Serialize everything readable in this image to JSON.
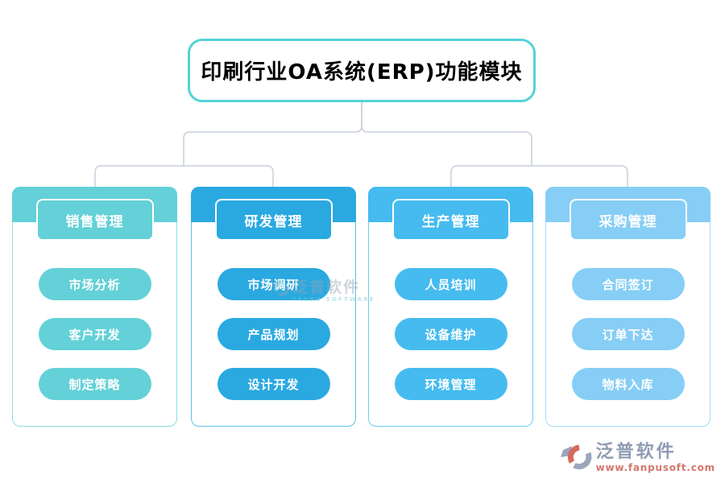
{
  "title": "印刷行业OA系统(ERP)功能模块",
  "columns": [
    {
      "id": "sales",
      "header": "销售管理",
      "items": [
        "市场分析",
        "客户开发",
        "制定策略"
      ]
    },
    {
      "id": "rnd",
      "header": "研发管理",
      "items": [
        "市场调研",
        "产品规划",
        "设计开发"
      ]
    },
    {
      "id": "production",
      "header": "生产管理",
      "items": [
        "人员培训",
        "设备维护",
        "环境管理"
      ]
    },
    {
      "id": "procurement",
      "header": "采购管理",
      "items": [
        "合同签订",
        "订单下达",
        "物料入库"
      ]
    }
  ],
  "watermark_center": {
    "brand": "泛普软件",
    "subtitle": "FANPU SOFTWARE"
  },
  "footer_logo": {
    "brand": "泛普软件",
    "url": "www.fanpusoft.com"
  },
  "colors": {
    "title_border": "#55d3d8",
    "connector": "#c9cfdd",
    "column_accents": [
      "#63d1d7",
      "#2aa9e1",
      "#45bbef",
      "#86cef5"
    ],
    "footer_brand_text": "#8f9cb3",
    "footer_url_text": "#d4776d",
    "logo_gray": "#9aa6bc",
    "logo_orange": "#d4695a"
  }
}
